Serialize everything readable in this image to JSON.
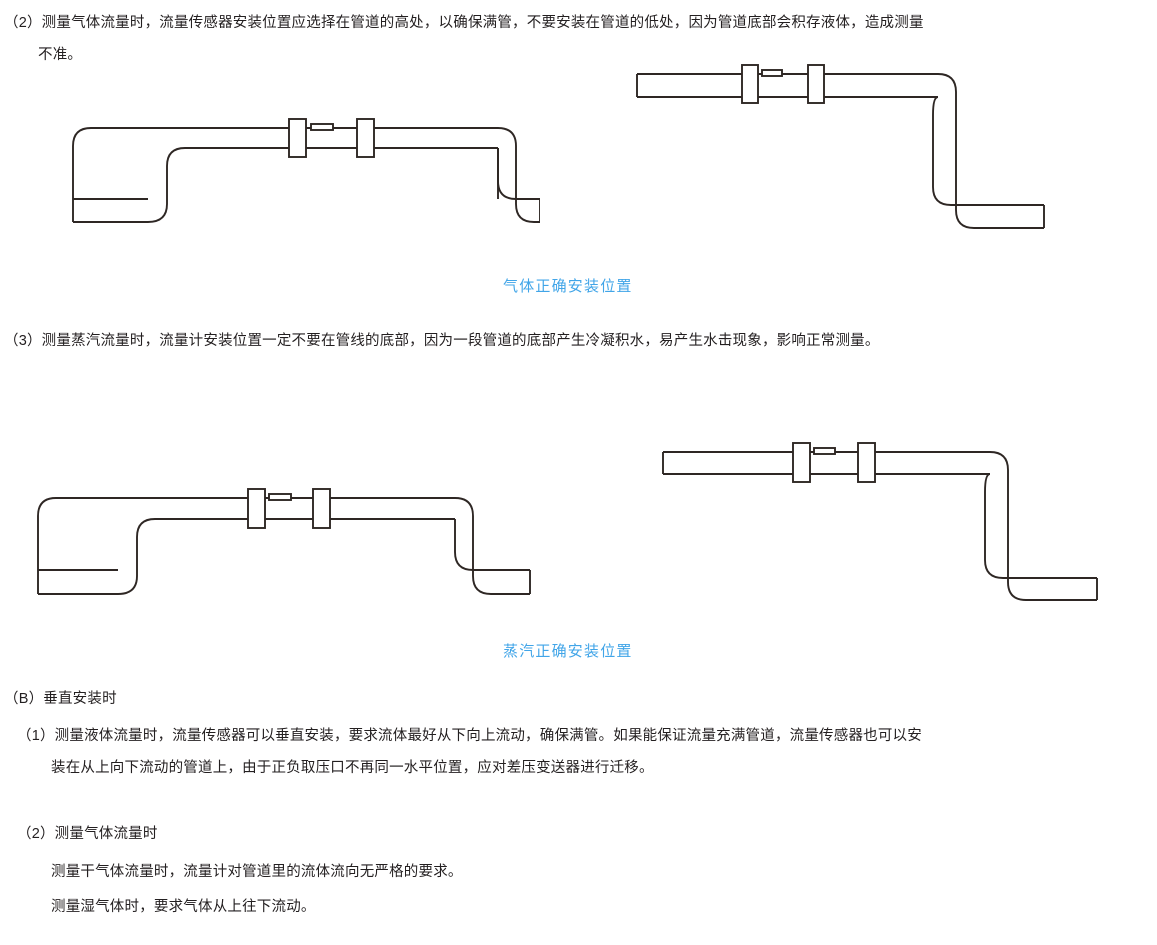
{
  "document": {
    "language": "zh-CN",
    "background_color": "#ffffff",
    "text_color": "#231f20",
    "caption_color": "#41a5e8",
    "line_color": "#2e2724"
  },
  "paragraphs": {
    "p2_line1": "（2）测量气体流量时，流量传感器安装位置应选择在管道的高处，以确保满管，不要安装在管道的低处，因为管道底部会积存液体，造成测量",
    "p2_line2": "不准。",
    "p3_line1": "（3）测量蒸汽流量时，流量计安装位置一定不要在管线的底部，因为一段管道的底部产生冷凝积水，易产生水击现象，影响正常测量。",
    "section_b_title": "（B）垂直安装时",
    "b1_line1": "（1）测量液体流量时，流量传感器可以垂直安装，要求流体最好从下向上流动，确保满管。如果能保证流量充满管道，流量传感器也可以安",
    "b1_line2": "装在从上向下流动的管道上，由于正负取压口不再同一水平位置，应对差压变送器进行迁移。",
    "b2_title": "（2）测量气体流量时",
    "b2_line1": "测量干气体流量时，流量计对管道里的流体流向无严格的要求。",
    "b2_line2": "测量湿气体时，要求气体从上往下流动。"
  },
  "captions": {
    "gas": "气体正确安装位置",
    "steam": "蒸汽正确安装位置"
  },
  "diagrams": {
    "gas_left": {
      "label": "gas-correct-installation-raised-pipe",
      "description": "管道抬高段，流量计安装在高处"
    },
    "gas_right": {
      "label": "gas-correct-installation-descending-pipe",
      "description": "水平管道流量计后下降段"
    },
    "steam_left": {
      "label": "steam-correct-installation-raised-pipe",
      "description": "管道抬高段，蒸汽流量计安装在高处"
    },
    "steam_right": {
      "label": "steam-correct-installation-descending-pipe",
      "description": "水平管道蒸汽流量计后下降段"
    }
  }
}
